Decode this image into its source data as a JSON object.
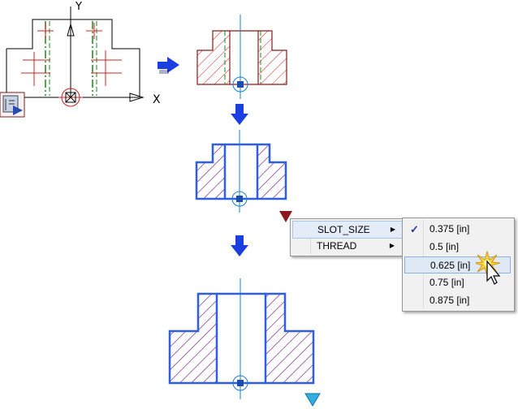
{
  "axis_labels": {
    "x": "X",
    "y": "Y"
  },
  "context_menu": {
    "items": [
      {
        "label": "SLOT_SIZE",
        "has_submenu": true
      },
      {
        "label": "THREAD",
        "has_submenu": true
      }
    ]
  },
  "submenu": {
    "items": [
      {
        "label": "0.375  [in]",
        "checked": true
      },
      {
        "label": "0.5  [in]",
        "checked": false
      },
      {
        "label": "0.625  [in]",
        "checked": false,
        "hovered": true
      },
      {
        "label": "0.75  [in]",
        "checked": false
      },
      {
        "label": "0.875  [in]",
        "checked": false
      }
    ]
  },
  "colors": {
    "hatch_red": "#d42020",
    "hatch_purple": "#7a2a8a",
    "outline_blue": "#2f5fe0",
    "centerline_blue": "#1a7fd0",
    "arrow_blue": "#1a3fe0",
    "grip_dark_red": "#8b1a1a",
    "grip_cyan": "#30b0e0"
  },
  "icons": [
    "ucs-icon",
    "flow-arrow-right-icon",
    "flow-arrow-down-icon",
    "dynamic-grip-icon",
    "check-icon",
    "submenu-arrow-icon",
    "mouse-cursor-icon"
  ]
}
